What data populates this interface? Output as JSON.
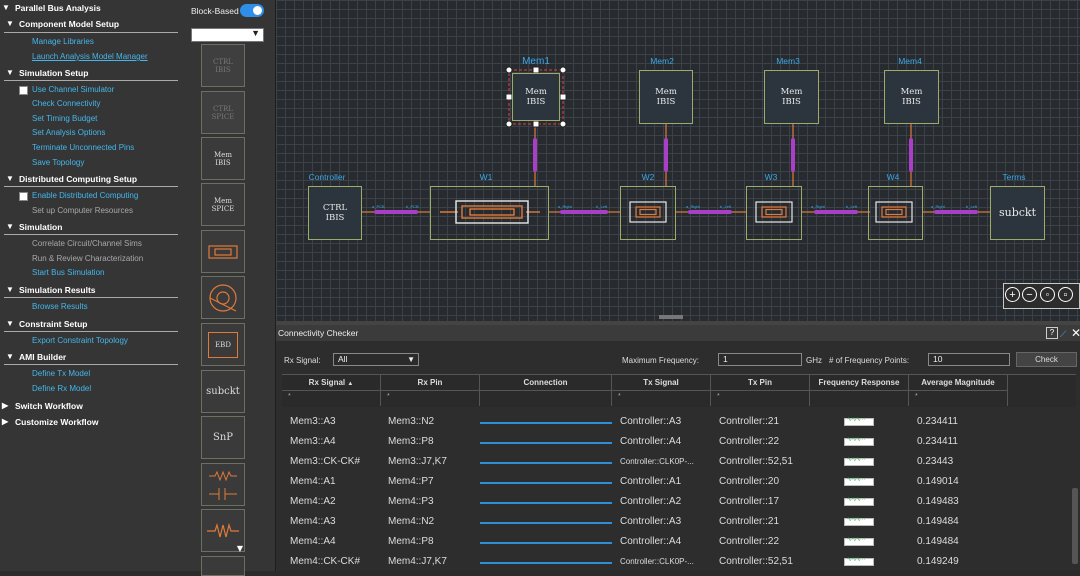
{
  "workflow": {
    "title": "Parallel Bus Analysis",
    "sections": {
      "component_model": {
        "label": "Component Model Setup",
        "items": [
          "Manage Libraries",
          "Launch Analysis Model Manager"
        ]
      },
      "simulation_setup": {
        "label": "Simulation Setup",
        "items": [
          "Use Channel Simulator",
          "Check Connectivity",
          "Set Timing Budget",
          "Set Analysis Options",
          "Terminate Unconnected Pins",
          "Save Topology"
        ]
      },
      "distributed": {
        "label": "Distributed Computing Setup",
        "items": [
          "Enable Distributed Computing",
          "Set up Computer Resources"
        ]
      },
      "simulation": {
        "label": "Simulation",
        "items": [
          "Correlate Circuit/Channel Sims",
          "Run & Review Characterization",
          "Start Bus Simulation"
        ]
      },
      "results": {
        "label": "Simulation Results",
        "items": [
          "Browse Results"
        ]
      },
      "constraint": {
        "label": "Constraint Setup",
        "items": [
          "Export Constraint Topology"
        ]
      },
      "ami": {
        "label": "AMI Builder",
        "items": [
          "Define Tx Model",
          "Define Rx Model"
        ]
      },
      "switch": {
        "label": "Switch Workflow"
      },
      "customize": {
        "label": "Customize Workflow"
      }
    }
  },
  "palette": {
    "toggle_label": "Block-Based",
    "tiles": [
      "CTRL IBIS",
      "CTRL SPICE",
      "Mem IBIS",
      "Mem SPICE",
      "EBD",
      "subckt",
      "SnP"
    ]
  },
  "canvas": {
    "blocks": {
      "controller": {
        "label": "Controller",
        "text": "CTRL IBIS"
      },
      "w1": {
        "label": "W1"
      },
      "w2": {
        "label": "W2"
      },
      "w3": {
        "label": "W3"
      },
      "w4": {
        "label": "W4"
      },
      "terms": {
        "label": "Terms",
        "text": "subckt"
      },
      "mem1": {
        "label": "Mem1",
        "text": "Mem IBIS"
      },
      "mem2": {
        "label": "Mem2",
        "text": "Mem IBIS"
      },
      "mem3": {
        "label": "Mem3",
        "text": "Mem IBIS"
      },
      "mem4": {
        "label": "Mem4",
        "text": "Mem IBIS"
      }
    }
  },
  "checker": {
    "title": "Connectivity Checker",
    "rx_signal_label": "Rx Signal:",
    "rx_signal_value": "All",
    "max_freq_label": "Maximum Frequency:",
    "max_freq_value": "1",
    "freq_unit": "GHz",
    "freq_points_label": "# of Frequency Points:",
    "freq_points_value": "10",
    "check_label": "Check",
    "columns": [
      "Rx Signal",
      "Rx Pin",
      "Connection",
      "Tx Signal",
      "Tx Pin",
      "Frequency Response",
      "Average Magnitude"
    ],
    "filter_placeholder": "*",
    "rows": [
      {
        "rx_signal": "Mem3::A3",
        "rx_pin": "Mem3::N2",
        "tx_signal": "Controller::A3",
        "tx_pin": "Controller::21",
        "avg": "0.234411"
      },
      {
        "rx_signal": "Mem3::A4",
        "rx_pin": "Mem3::P8",
        "tx_signal": "Controller::A4",
        "tx_pin": "Controller::22",
        "avg": "0.234411"
      },
      {
        "rx_signal": "Mem3::CK-CK#",
        "rx_pin": "Mem3::J7,K7",
        "tx_signal": "Controller::CLK0P-...",
        "tx_pin": "Controller::52,51",
        "avg": "0.23443"
      },
      {
        "rx_signal": "Mem4::A1",
        "rx_pin": "Mem4::P7",
        "tx_signal": "Controller::A1",
        "tx_pin": "Controller::20",
        "avg": "0.149014"
      },
      {
        "rx_signal": "Mem4::A2",
        "rx_pin": "Mem4::P3",
        "tx_signal": "Controller::A2",
        "tx_pin": "Controller::17",
        "avg": "0.149483"
      },
      {
        "rx_signal": "Mem4::A3",
        "rx_pin": "Mem4::N2",
        "tx_signal": "Controller::A3",
        "tx_pin": "Controller::21",
        "avg": "0.149484"
      },
      {
        "rx_signal": "Mem4::A4",
        "rx_pin": "Mem4::P8",
        "tx_signal": "Controller::A4",
        "tx_pin": "Controller::22",
        "avg": "0.149484"
      },
      {
        "rx_signal": "Mem4::CK-CK#",
        "rx_pin": "Mem4::J7,K7",
        "tx_signal": "Controller::CLK0P-...",
        "tx_pin": "Controller::52,51",
        "avg": "0.149249"
      }
    ]
  }
}
